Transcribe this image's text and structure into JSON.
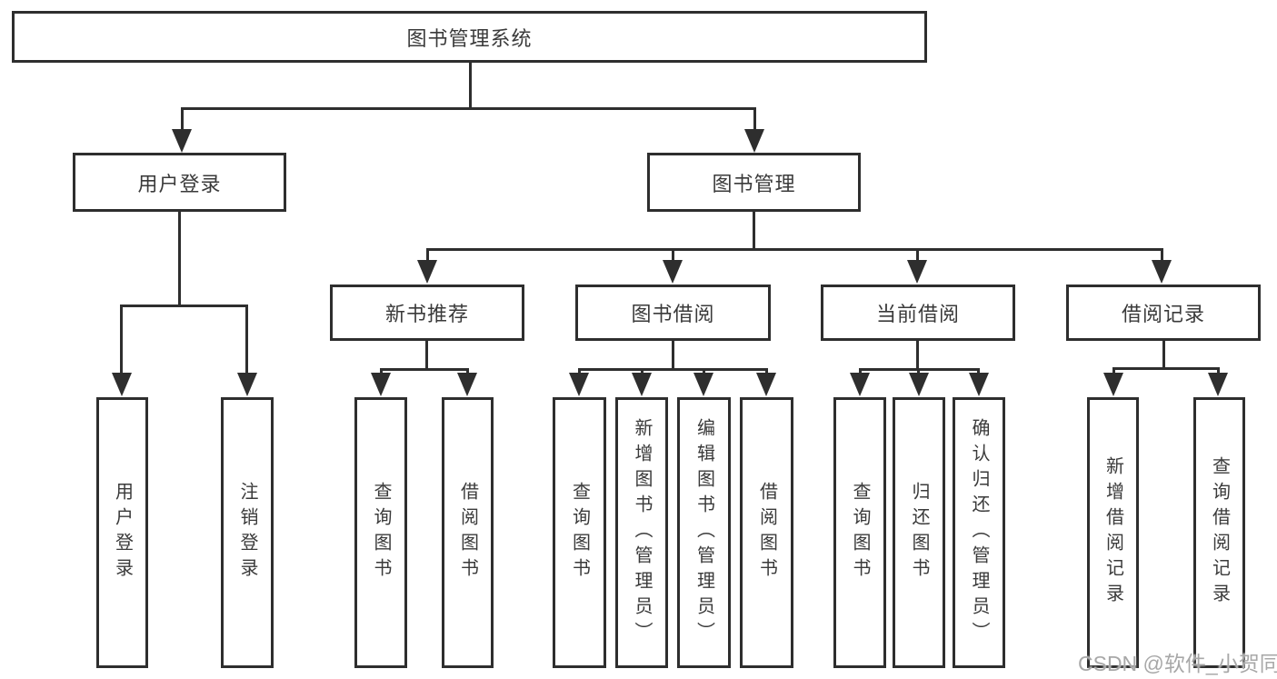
{
  "diagram_title": "图书管理系统",
  "nodes": {
    "root": {
      "label": "图书管理系统"
    },
    "user_login": {
      "label": "用户登录"
    },
    "book_mgmt": {
      "label": "图书管理"
    },
    "new_book_rec": {
      "label": "新书推荐"
    },
    "book_borrow": {
      "label": "图书借阅"
    },
    "current_borrow": {
      "label": "当前借阅"
    },
    "borrow_record": {
      "label": "借阅记录"
    },
    "leaf_login": {
      "label": "用户登录"
    },
    "leaf_logout": {
      "label": "注销登录"
    },
    "leaf_rec_query": {
      "label": "查询图书"
    },
    "leaf_rec_borrow": {
      "label": "借阅图书"
    },
    "leaf_bor_query": {
      "label": "查询图书"
    },
    "leaf_bor_add": {
      "label": "新增图书（管理员）"
    },
    "leaf_bor_edit": {
      "label": "编辑图书（管理员）"
    },
    "leaf_bor_borrow": {
      "label": "借阅图书"
    },
    "leaf_cur_query": {
      "label": "查询图书"
    },
    "leaf_cur_return": {
      "label": "归还图书"
    },
    "leaf_cur_confirm": {
      "label": "确认归还（管理员）"
    },
    "leaf_rcd_add": {
      "label": "新增借阅记录"
    },
    "leaf_rcd_query": {
      "label": "查询借阅记录"
    }
  },
  "hierarchy": {
    "图书管理系统": {
      "用户登录": [
        "用户登录",
        "注销登录"
      ],
      "图书管理": {
        "新书推荐": [
          "查询图书",
          "借阅图书"
        ],
        "图书借阅": [
          "查询图书",
          "新增图书（管理员）",
          "编辑图书（管理员）",
          "借阅图书"
        ],
        "当前借阅": [
          "查询图书",
          "归还图书",
          "确认归还（管理员）"
        ],
        "借阅记录": [
          "新增借阅记录",
          "查询借阅记录"
        ]
      }
    }
  },
  "watermark": "CSDN @软件_小贺同学",
  "colors": {
    "line": "#2e2e2e",
    "text": "#3a3a3a",
    "background": "#ffffff",
    "watermark": "#a8a8a8"
  }
}
